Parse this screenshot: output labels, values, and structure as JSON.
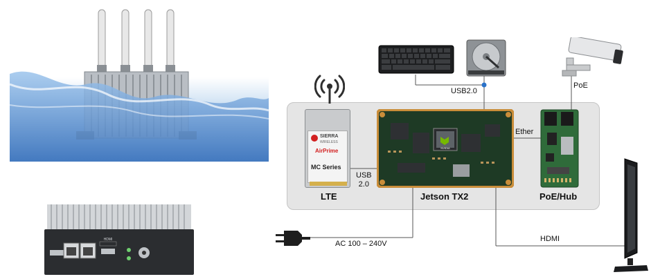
{
  "modules": {
    "lte": {
      "label": "LTE",
      "card_brand": "SIERRA",
      "card_brand_sub": "WIRELESS",
      "card_product": "AirPrime",
      "card_series": "MC Series"
    },
    "jetson": {
      "label": "Jetson TX2",
      "chip_brand": "NVIDIA"
    },
    "poe_hub": {
      "label": "PoE/Hub"
    }
  },
  "connections": {
    "usb_lte": "USB\n2.0",
    "usb_top": "USB2.0",
    "ether": "Ether",
    "poe": "PoE",
    "ac_power": "AC 100 – 240V",
    "hdmi": "HDMI"
  },
  "device_ports": {
    "hdmi_port": "HDMI"
  },
  "colors": {
    "panel": "#e5e5e5",
    "line": "#555555",
    "dot": "#2a72c9",
    "pcb_green": "#1e3a25",
    "pcb_border": "#c98d3a"
  }
}
